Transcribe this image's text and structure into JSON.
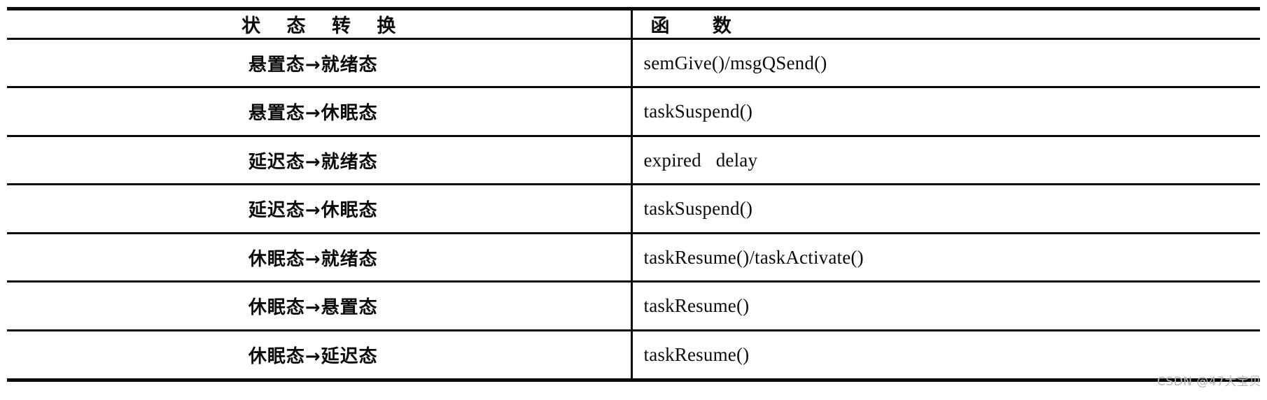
{
  "table": {
    "headers": {
      "state_transition": "状 态 转 换",
      "function": "函    数"
    },
    "rows": [
      {
        "state": "悬置态→就绪态",
        "function": "semGive()/msgQSend()"
      },
      {
        "state": "悬置态→休眠态",
        "function": "taskSuspend()"
      },
      {
        "state": "延迟态→就绪态",
        "function": "expired   delay"
      },
      {
        "state": "延迟态→休眠态",
        "function": "taskSuspend()"
      },
      {
        "state": "休眠态→就绪态",
        "function": "taskResume()/taskActivate()"
      },
      {
        "state": "休眠态→悬置态",
        "function": "taskResume()"
      },
      {
        "state": "休眠态→延迟态",
        "function": "taskResume()"
      }
    ]
  },
  "watermark": {
    "text": "CSDN @47大宝贝"
  },
  "colors": {
    "rule": "#0a0a0a",
    "text": "#0b0b0b",
    "watermark": "#b9b9b9",
    "background": "#ffffff"
  }
}
